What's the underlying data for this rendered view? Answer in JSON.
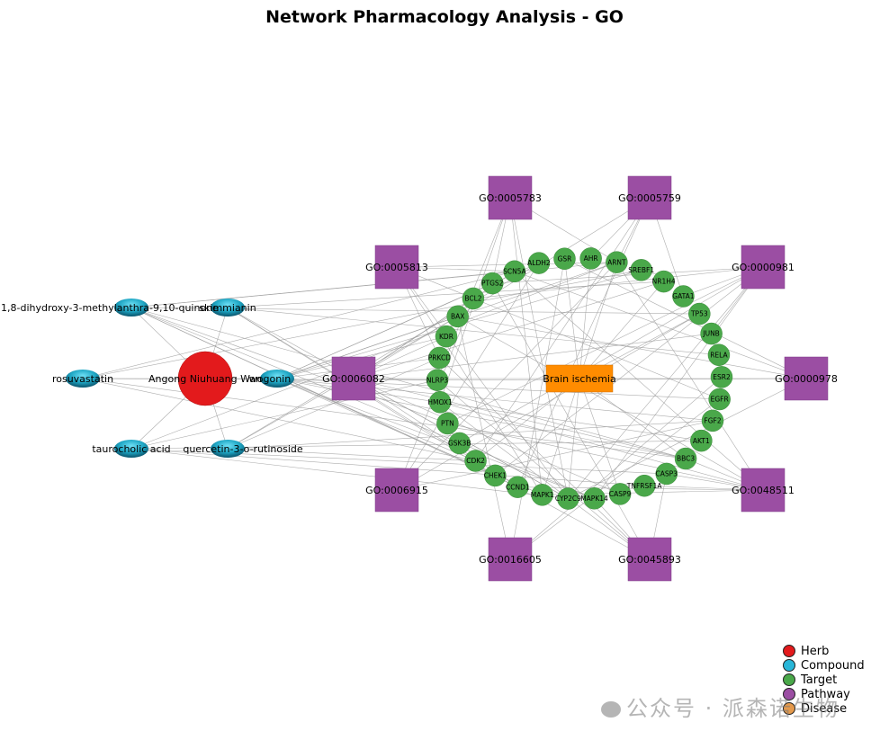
{
  "title": "Network Pharmacology Analysis - GO",
  "colors": {
    "herb": "#e31a1c",
    "compound": "#1fb5d0",
    "target": "#4aa84a",
    "pathway": "#9b4ea3",
    "disease": "#ff8c00",
    "edge": "#999999"
  },
  "herb": {
    "label": "Angong Niuhuang Wan"
  },
  "compounds": [
    {
      "id": "c1",
      "label": "1,8-dihydroxy-3-methylanthra-9,10-quinone"
    },
    {
      "id": "c2",
      "label": "skimmianin"
    },
    {
      "id": "c3",
      "label": "rosuvastatin"
    },
    {
      "id": "c4",
      "label": "wogonin"
    },
    {
      "id": "c5",
      "label": "taurocholic acid"
    },
    {
      "id": "c6",
      "label": "quercetin-3-o-rutinoside"
    }
  ],
  "disease": {
    "label": "Brain ischemia"
  },
  "targets": [
    "GSR",
    "AHR",
    "ARNT",
    "SREBF1",
    "NR1H4",
    "GATA1",
    "TP53",
    "JUNB",
    "RELA",
    "ESR2",
    "EGFR",
    "FGF2",
    "AKT1",
    "BBC3",
    "CASP3",
    "TNFRSF1A",
    "CASP9",
    "MAPK14",
    "CYP2C9",
    "MAPK1",
    "CCND1",
    "CHEK1",
    "CDK2",
    "GSK3B",
    "PTN",
    "HMOX1",
    "NLRP3",
    "PRKCD",
    "KDR",
    "BAX",
    "BCL2",
    "PTGS2",
    "SCN5A",
    "ALDH2"
  ],
  "pathways": [
    {
      "id": "p1",
      "label": "GO:0005783"
    },
    {
      "id": "p2",
      "label": "GO:0005759"
    },
    {
      "id": "p3",
      "label": "GO:0005813"
    },
    {
      "id": "p4",
      "label": "GO:0000981"
    },
    {
      "id": "p5",
      "label": "GO:0006082"
    },
    {
      "id": "p6",
      "label": "GO:0000978"
    },
    {
      "id": "p7",
      "label": "GO:0006915"
    },
    {
      "id": "p8",
      "label": "GO:0048511"
    },
    {
      "id": "p9",
      "label": "GO:0016605"
    },
    {
      "id": "p10",
      "label": "GO:0045893"
    }
  ],
  "legend": [
    {
      "label": "Herb",
      "color": "#e31a1c"
    },
    {
      "label": "Compound",
      "color": "#29b6d8"
    },
    {
      "label": "Target",
      "color": "#4aa84a"
    },
    {
      "label": "Pathway",
      "color": "#9b4ea3"
    },
    {
      "label": "Disease",
      "color": "#e59a4c"
    }
  ],
  "watermark": "公众号 · 派森诺生物"
}
